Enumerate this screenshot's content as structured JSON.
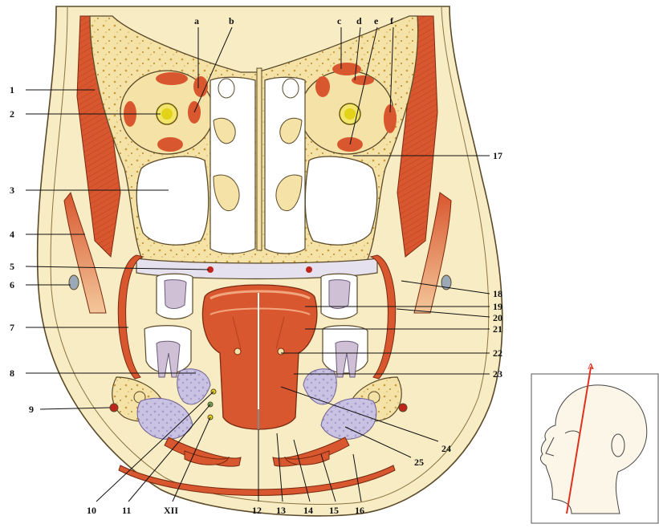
{
  "labels": {
    "left": [
      "1",
      "2",
      "3",
      "4",
      "5",
      "6",
      "7",
      "8",
      "9"
    ],
    "top": [
      "a",
      "b",
      "c",
      "d",
      "e",
      "f"
    ],
    "right": [
      "17",
      "18",
      "19",
      "20",
      "21",
      "22",
      "23",
      "24",
      "25"
    ],
    "bottom": [
      "10",
      "11",
      "XII",
      "12",
      "13",
      "14",
      "15",
      "16"
    ],
    "inset_marker": "A"
  },
  "colors": {
    "skin": "#f7ecc4",
    "bone": "#f5e2a6",
    "muscle": "#d9572f",
    "muscle_light": "#e8875f",
    "cavity": "#ffffff",
    "gland": "#c9c2e3",
    "outline": "#5a4a2a",
    "vessel_red": "#c0241a",
    "nerve_yellow": "#e3d21a",
    "section_line": "#e0301e"
  }
}
